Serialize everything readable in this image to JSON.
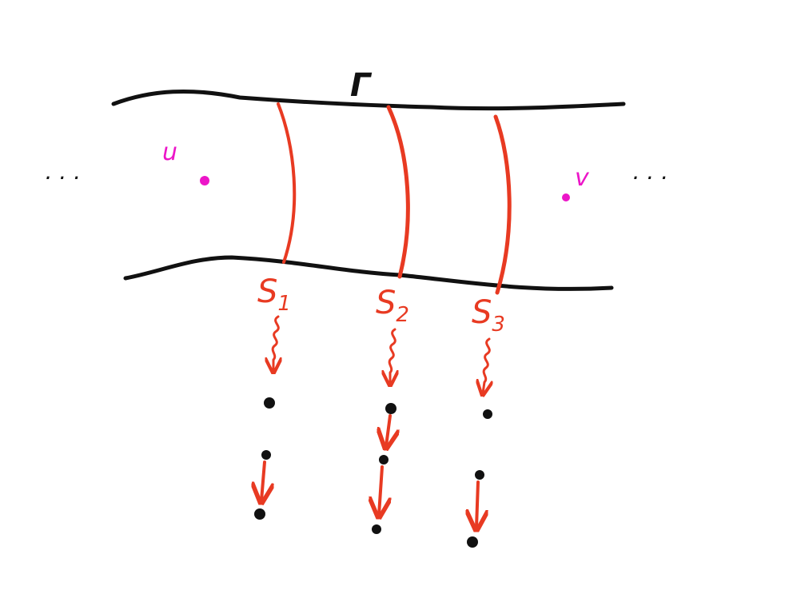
{
  "labels": {
    "region": "Γ",
    "u": "u",
    "v": "v",
    "ellipsis_left": "· · ·",
    "ellipsis_right": "· · ·",
    "separators": [
      {
        "letter": "S",
        "index": "1"
      },
      {
        "letter": "S",
        "index": "2"
      },
      {
        "letter": "S",
        "index": "3"
      }
    ]
  },
  "colors": {
    "ink": "#111111",
    "separator": "#e83a22",
    "vertex": "#ec15c8"
  }
}
